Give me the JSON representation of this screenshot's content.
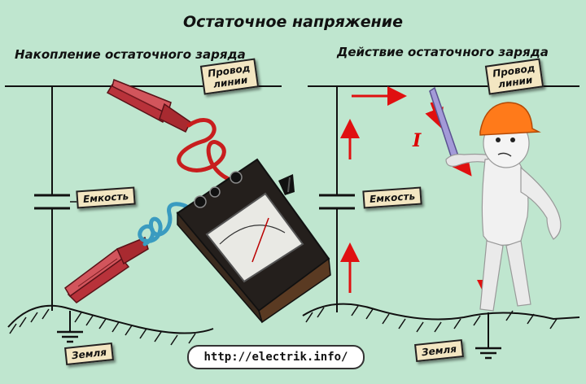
{
  "title": "Остаточное напряжение",
  "panels": {
    "left": {
      "heading": "Накопление остаточного заряда",
      "line_label": [
        "Провод",
        "линии"
      ],
      "capacitor_label": "Емкость",
      "ground_label": "Земля"
    },
    "right": {
      "heading": "Действие остаточного заряда",
      "line_label": [
        "Провод",
        "линии"
      ],
      "capacitor_label": "Емкость",
      "ground_label": "Земля",
      "current_symbol": "I"
    }
  },
  "url": "http://electrik.info/",
  "colors": {
    "background": "#bfe6cf",
    "arrow": "#e01010",
    "wire_red": "#c81e1e",
    "wire_blue": "#3a9bc0",
    "clamp_red": "#b8323a",
    "helmet": "#ff7a1a",
    "label_fill": "#f3e6c2"
  }
}
